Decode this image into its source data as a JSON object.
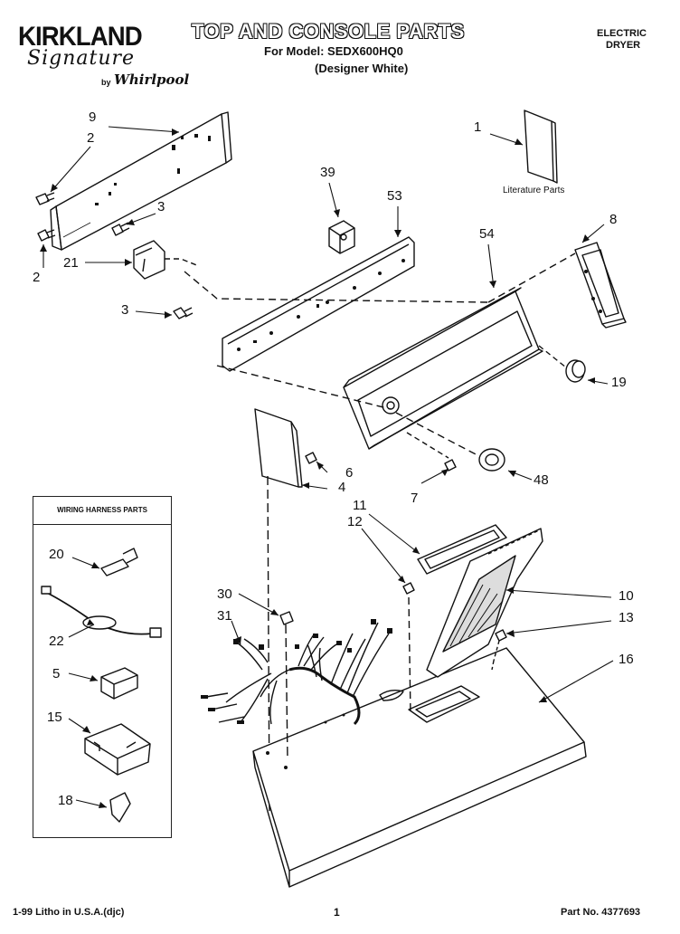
{
  "header": {
    "brand": "KIRKLAND",
    "brand_script": "Signature",
    "by_text": "by",
    "maker": "Whirlpool",
    "title": "TOP AND CONSOLE PARTS",
    "model_line": "For Model: SEDX600HQ0",
    "color_line": "(Designer White)",
    "product_line1": "ELECTRIC",
    "product_line2": "DRYER"
  },
  "literature_label": "Literature Parts",
  "harness_box": {
    "title": "WIRING HARNESS PARTS"
  },
  "callouts": [
    "1",
    "2",
    "2",
    "3",
    "3",
    "4",
    "5",
    "6",
    "7",
    "8",
    "9",
    "10",
    "11",
    "12",
    "13",
    "15",
    "16",
    "18",
    "19",
    "20",
    "21",
    "22",
    "30",
    "31",
    "39",
    "48",
    "53",
    "54"
  ],
  "footer": {
    "left": "1-99 Litho in U.S.A.(djc)",
    "center": "1",
    "right": "Part No. 4377693"
  },
  "colors": {
    "ink": "#111111",
    "paper": "#ffffff"
  }
}
